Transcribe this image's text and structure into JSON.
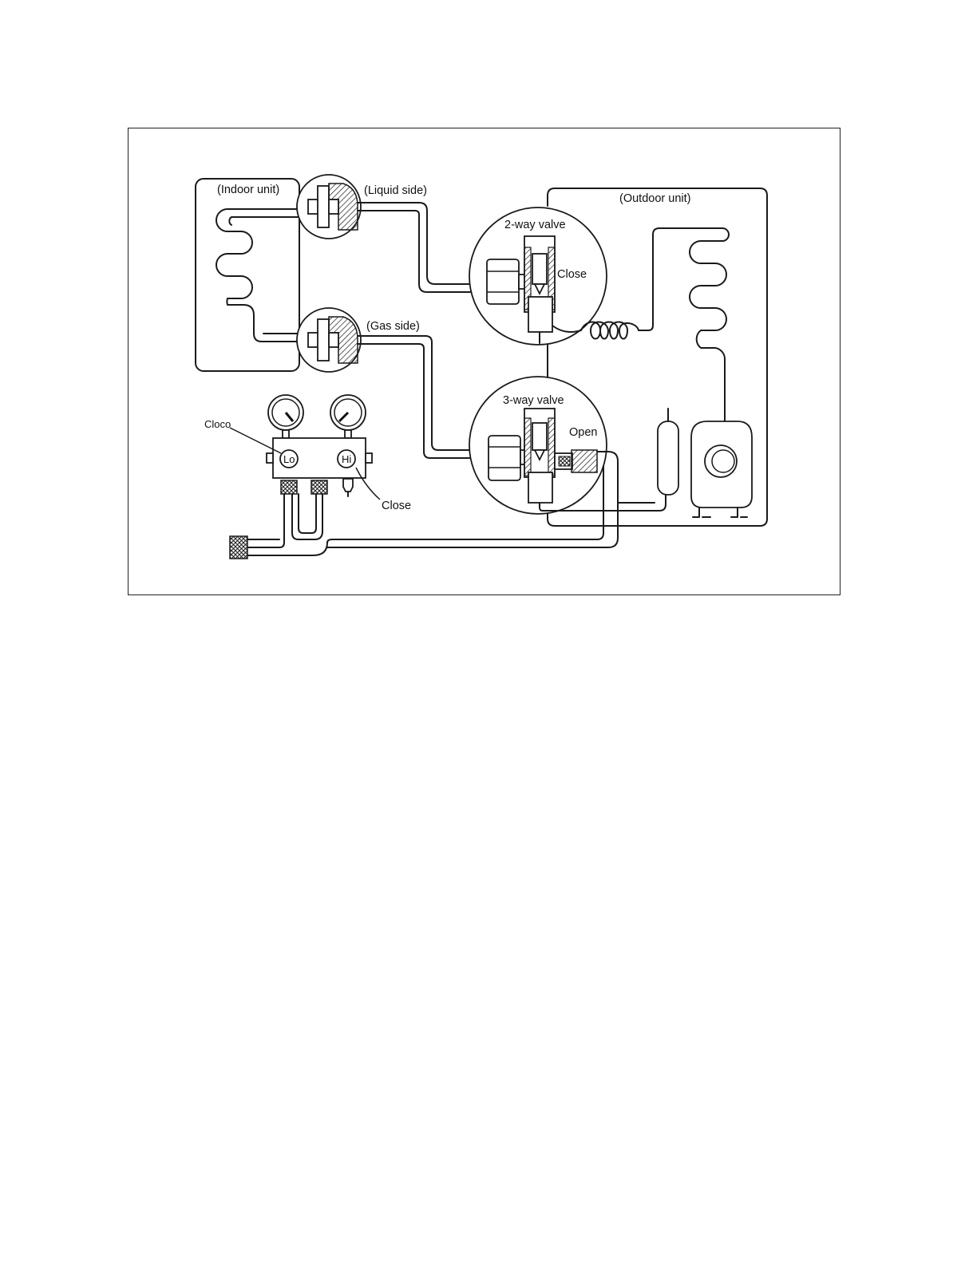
{
  "labels": {
    "indoor_unit": "(Indoor unit)",
    "outdoor_unit": "(Outdoor unit)",
    "liquid_side": "(Liquid side)",
    "gas_side": "(Gas side)",
    "two_way_valve": "2-way valve",
    "two_way_state": "Close",
    "three_way_valve": "3-way valve",
    "three_way_state": "Open",
    "lo_gauge_state": "Cloco",
    "hi_gauge_state": "Close",
    "lo_knob": "Lo",
    "hi_knob": "Hi"
  },
  "colors": {
    "line": "#1a1a1a",
    "background": "#ffffff"
  }
}
